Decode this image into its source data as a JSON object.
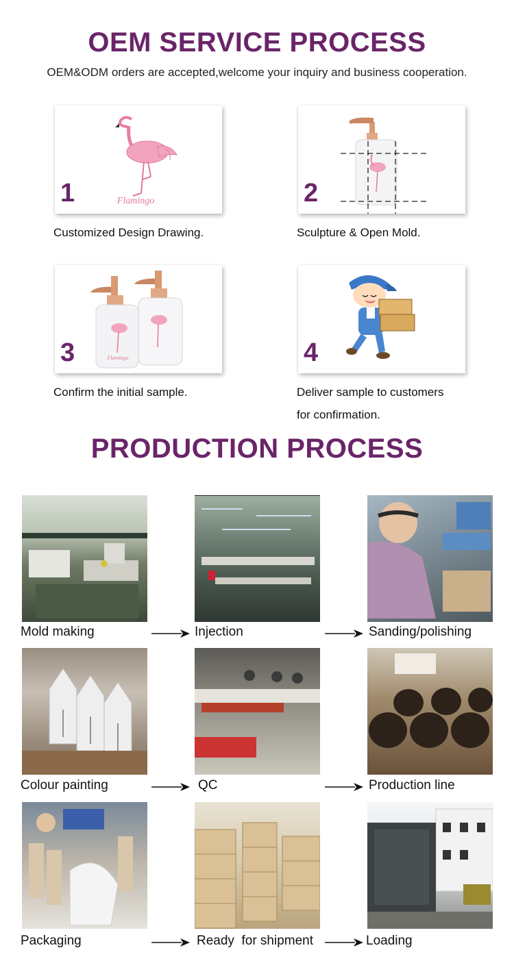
{
  "oem": {
    "title": "OEM SERVICE PROCESS",
    "subtitle": "OEM&ODM orders are accepted,welcome your inquiry and business cooperation.",
    "steps": [
      {
        "number": "1",
        "caption": "Customized Design Drawing.",
        "image_text": "Flamingo"
      },
      {
        "number": "2",
        "caption": "Sculpture & Open Mold."
      },
      {
        "number": "3",
        "caption": "Confirm the initial sample.",
        "image_text": "Flamingo"
      },
      {
        "number": "4",
        "caption_line1": "Deliver sample to customers",
        "caption_line2": "for confirmation."
      }
    ]
  },
  "production": {
    "title": "PRODUCTION PROCESS",
    "rows": [
      [
        "Mold making",
        "Injection",
        "Sanding/polishing"
      ],
      [
        "Colour painting",
        "QC",
        "Production line"
      ],
      [
        "Packaging",
        "Ready  for shipment",
        "Loading"
      ]
    ]
  },
  "colors": {
    "accent": "#6a2468",
    "flamingo": "#f0a0b8",
    "rose_gold": "#d99a72"
  }
}
